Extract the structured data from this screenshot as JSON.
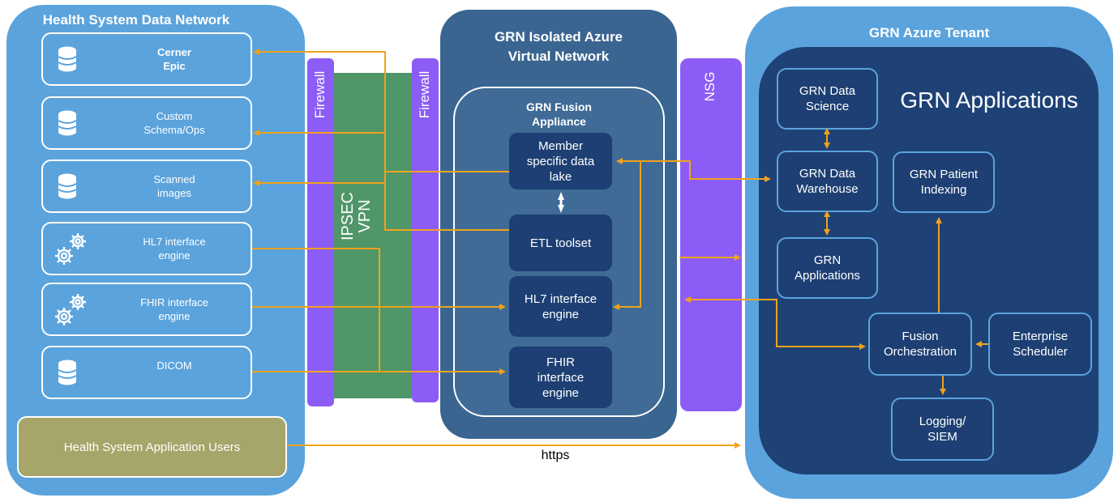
{
  "colors": {
    "health_region": "#5ba3dc",
    "source_box": "#5ba3dc",
    "azure_vnet": "#3b6591",
    "appliance": "#3f6b96",
    "component": "#1d3f73",
    "tenant_outer": "#5ba3dc",
    "tenant_inner": "#1e4276",
    "firewall": "#8b5cf6",
    "vpn": "#4f9668",
    "users_box": "#a6a56a",
    "arrow": "#f0a21a"
  },
  "health_system": {
    "title": "Health System Data Network",
    "sources": [
      {
        "label": "Cerner\nEpic",
        "icon": "database-icon"
      },
      {
        "label": "Custom\nSchema/Ops",
        "icon": "database-icon"
      },
      {
        "label": "Scanned\nimages",
        "icon": "database-icon"
      },
      {
        "label": "HL7 interface\nengine",
        "icon": "gears-icon"
      },
      {
        "label": "FHIR interface\nengine",
        "icon": "gears-icon"
      },
      {
        "label": "DICOM",
        "icon": "database-icon"
      }
    ],
    "users": "Health System Application Users"
  },
  "network": {
    "firewall_left": "Firewall",
    "firewall_right": "Firewall",
    "vpn": "IPSEC\nVPN",
    "nsg": "NSG",
    "https": "https"
  },
  "azure_vnet": {
    "title": "GRN Isolated Azure\nVirtual Network",
    "appliance_title": "GRN Fusion\nAppliance",
    "components": [
      "Member\nspecific data\nlake",
      "ETL toolset",
      "HL7 interface\nengine",
      "FHIR\ninterface\nengine"
    ]
  },
  "tenant": {
    "title": "GRN Azure Tenant",
    "apps_heading": "GRN Applications",
    "boxes": {
      "data_science": "GRN Data\nScience",
      "data_warehouse": "GRN Data\nWarehouse",
      "patient_indexing": "GRN Patient\nIndexing",
      "applications": "GRN\nApplications",
      "fusion_orchestration": "Fusion\nOrchestration",
      "enterprise_scheduler": "Enterprise\nScheduler",
      "logging_siem": "Logging/\nSIEM"
    }
  }
}
